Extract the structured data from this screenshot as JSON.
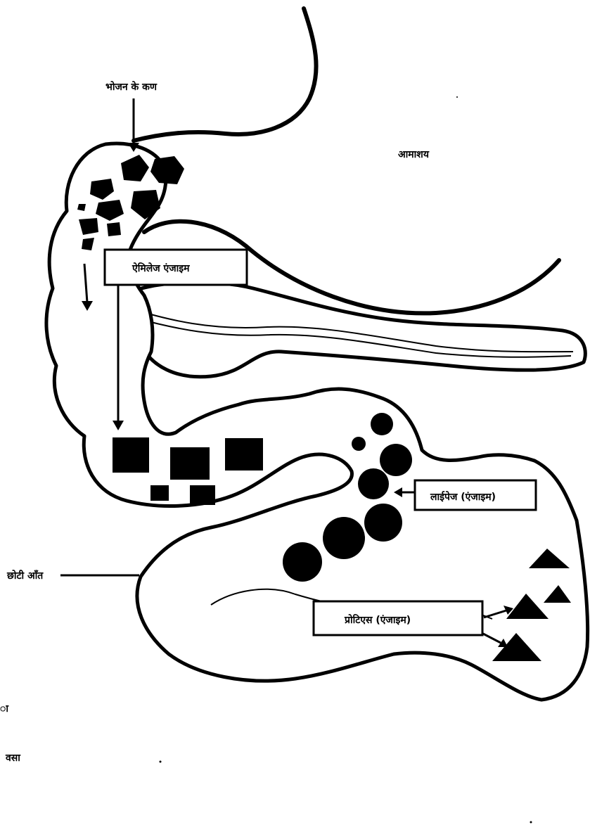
{
  "labels": {
    "food_particles": "भोजन के कण",
    "stomach": "आमाशय",
    "amylase": "ऐमिलेज एंजाइम",
    "lipase": "लाईपेज (एंजाइम)",
    "protease": "प्रोटिएस (एंजाइम)",
    "small_intestine": "छोटी आँत",
    "fat_fragment": "वसा",
    "left_fragment": "ा"
  },
  "colors": {
    "ink": "#000000",
    "paper": "#ffffff"
  }
}
